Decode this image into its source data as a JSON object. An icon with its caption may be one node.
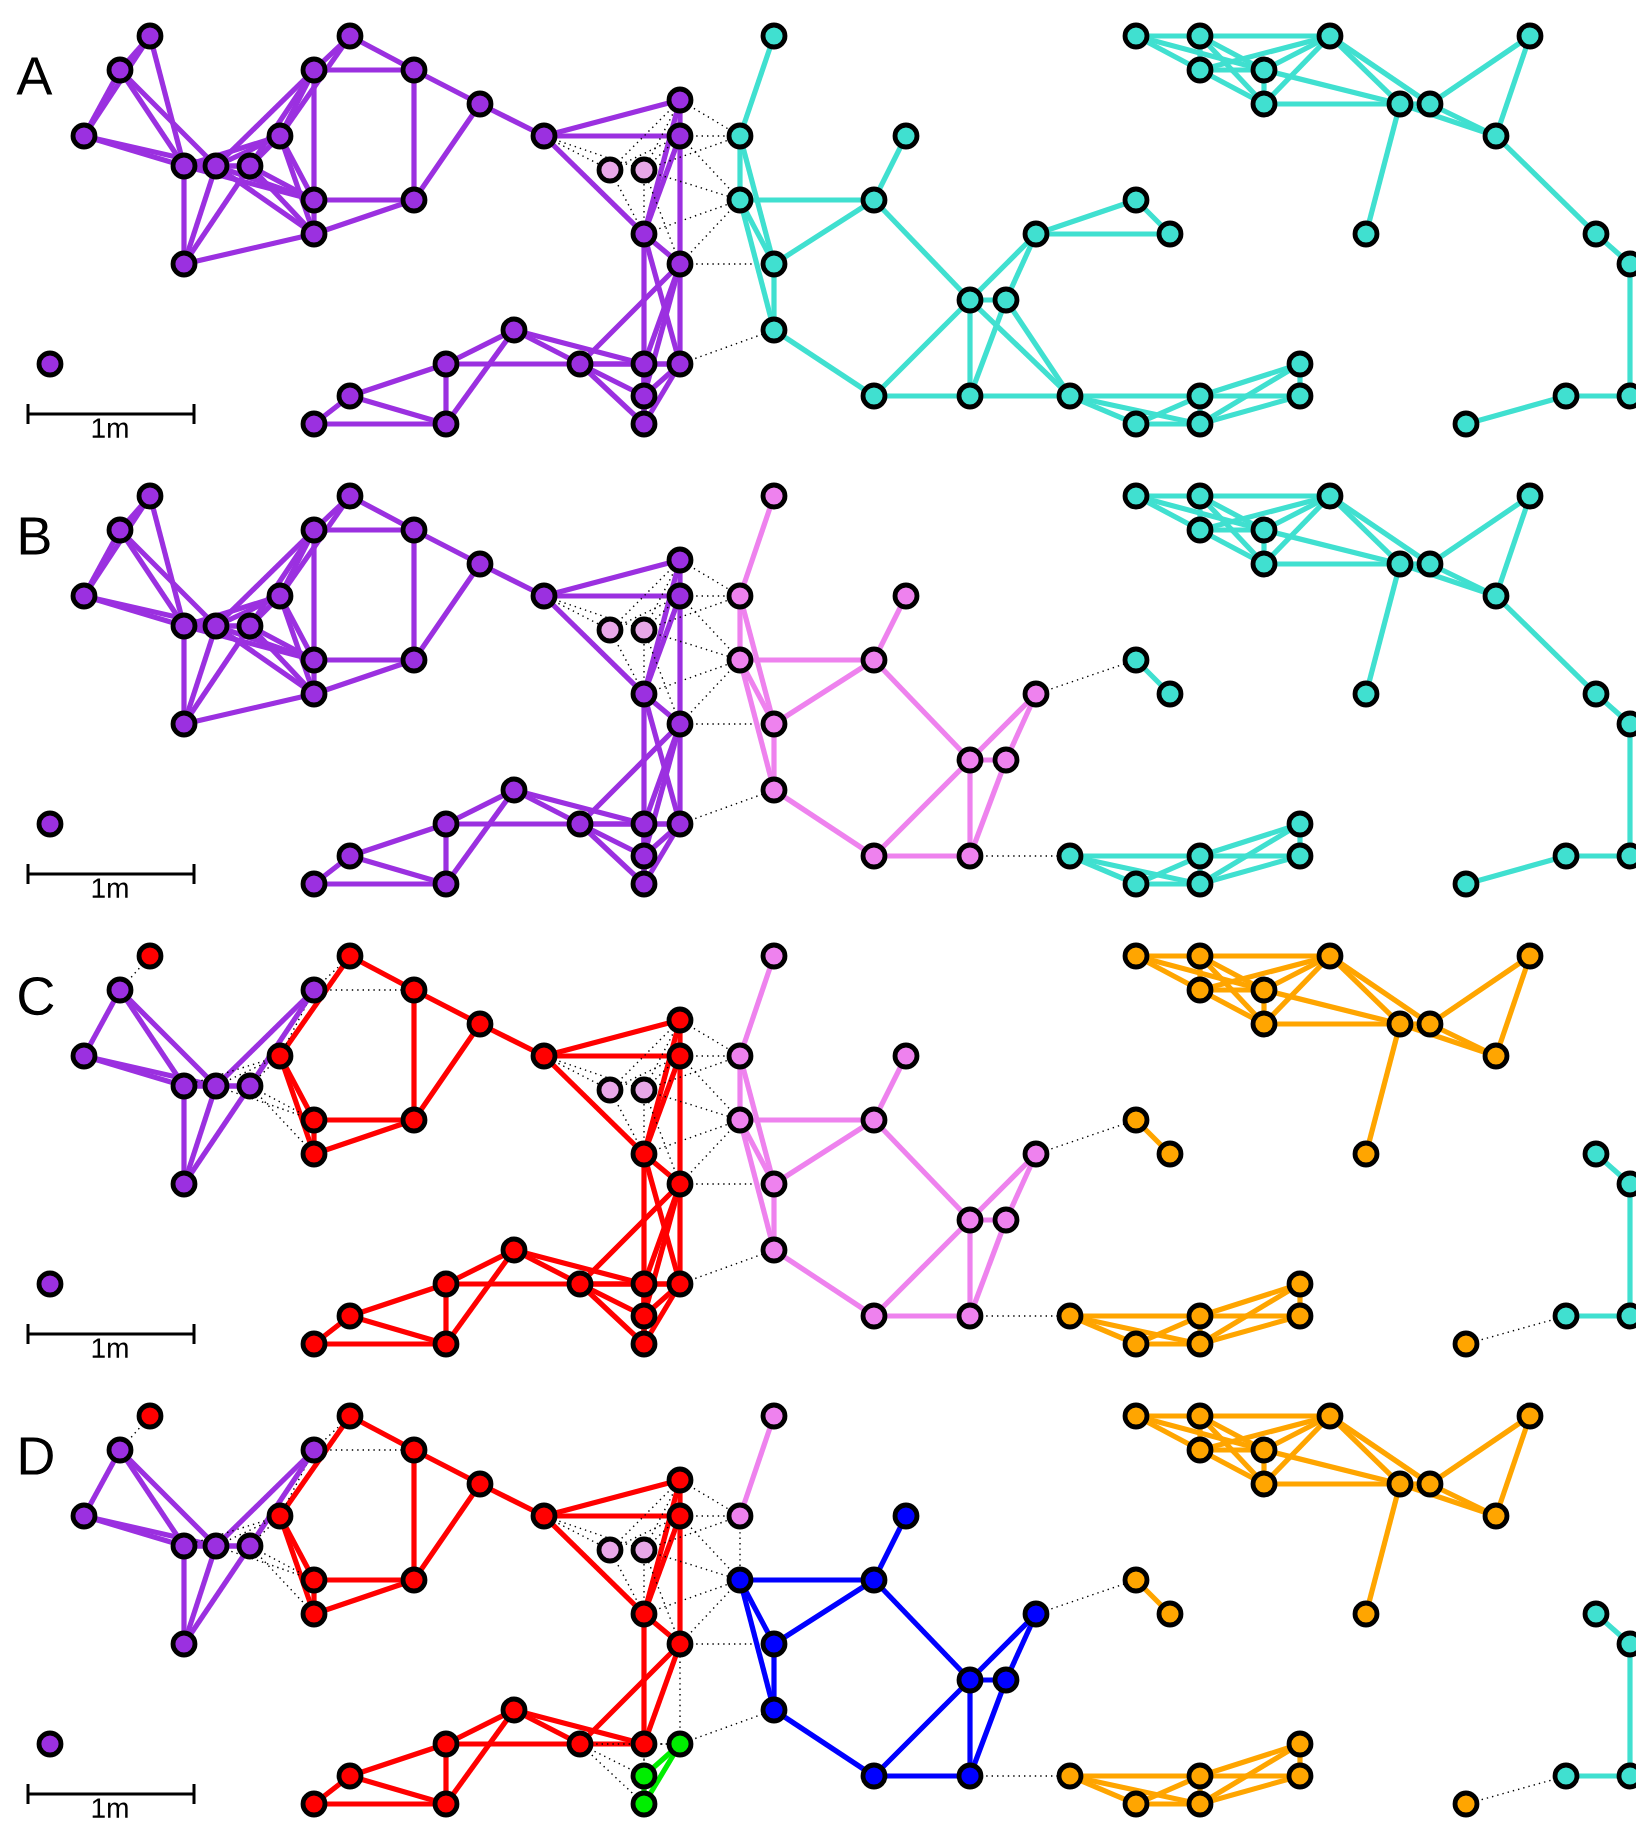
{
  "diagram": {
    "labels": [
      "A",
      "1m",
      "B",
      "1m",
      "C",
      "1m",
      "D",
      "1m"
    ]
  }
}
